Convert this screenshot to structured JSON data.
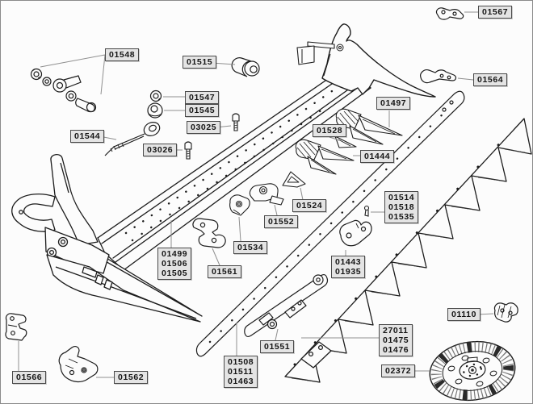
{
  "colors": {
    "line": "#1c1c1c",
    "leader": "#8f8f8f",
    "label_bg": "#e4e4e4",
    "label_border": "#4a4a4a",
    "background": "#fcfcfc"
  },
  "labels": {
    "l01567": "01567",
    "l01548": "01548",
    "l01515": "01515",
    "l01547": "01547",
    "l01545": "01545",
    "l03025": "03025",
    "l01544": "01544",
    "l03026": "03026",
    "l01564": "01564",
    "l01497": "01497",
    "l01528": "01528",
    "l01444": "01444",
    "l01514": "01514\n01518\n01535",
    "l01524": "01524",
    "l01552": "01552",
    "l01534": "01534",
    "l01443": "01443\n01935",
    "l01499": "01499\n01506\n01505",
    "l01561": "01561",
    "l01551": "01551",
    "l01110": "01110",
    "l27011": "27011\n01475\n01476",
    "l01508": "01508\n01511\n01463",
    "l02372": "02372",
    "l01562": "01562",
    "l01566": "01566"
  }
}
